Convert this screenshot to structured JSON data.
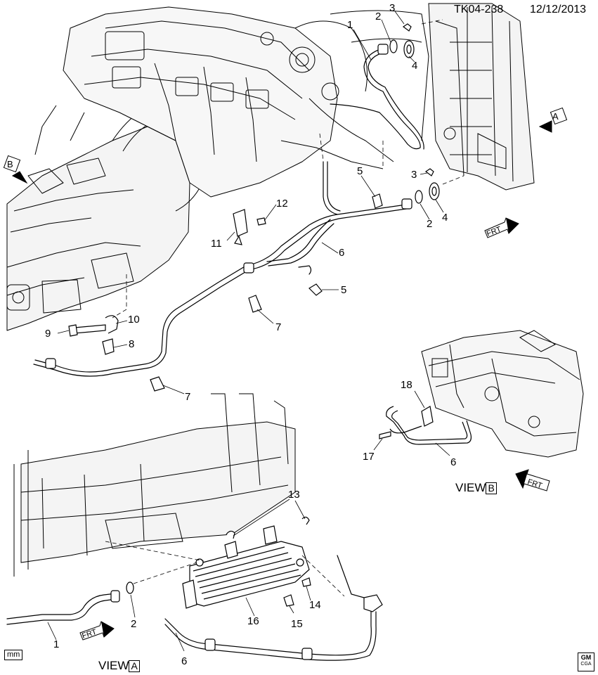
{
  "header": {
    "code": "TK04-238",
    "date": "12/12/2013"
  },
  "view_labels": {
    "a_arrow": "A",
    "b_arrow": "B",
    "view_a_text": "VIEW",
    "view_a_letter": "A",
    "view_b_text": "VIEW",
    "view_b_letter": "B",
    "frt": "FRT"
  },
  "callouts": {
    "c1_top": "1",
    "c2_top": "2",
    "c3_top": "3",
    "c4_top": "4",
    "c3_mid": "3",
    "c5_top": "5",
    "c2_mid": "2",
    "c4_mid": "4",
    "c12": "12",
    "c11": "11",
    "c6_mid": "6",
    "c5_mid": "5",
    "c10": "10",
    "c9": "9",
    "c8": "8",
    "c7_mid": "7",
    "c7_low": "7",
    "c18": "18",
    "c17": "17",
    "c6_viewb": "6",
    "c13": "13",
    "c14": "14",
    "c15": "15",
    "c16": "16",
    "c2_bot": "2",
    "c1_bot": "1",
    "c6_bot": "6"
  },
  "footer": {
    "units": "mm",
    "logo_top": "GM",
    "logo_bottom": "CGA"
  },
  "colors": {
    "line": "#000000",
    "background": "#ffffff",
    "shade": "#d9d9d9"
  }
}
